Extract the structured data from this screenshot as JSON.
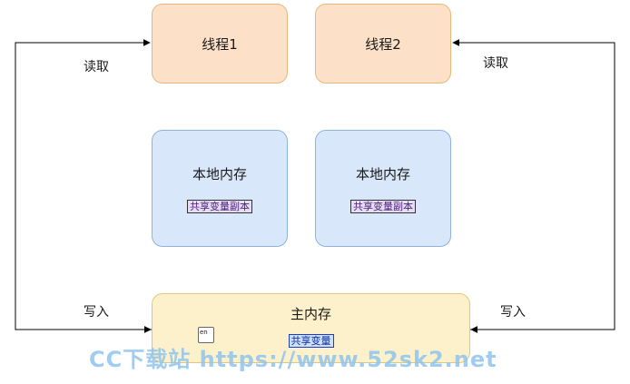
{
  "threads": [
    {
      "label": "线程1"
    },
    {
      "label": "线程2"
    }
  ],
  "local_memory": [
    {
      "label": "本地内存",
      "copy_tag": "共享变量副本"
    },
    {
      "label": "本地内存",
      "copy_tag": "共享变量副本"
    }
  ],
  "main_memory": {
    "label": "主内存",
    "shared_tag": "共享变量"
  },
  "edges": {
    "read_left": "读取",
    "read_right": "读取",
    "write_left": "写入",
    "write_right": "写入"
  },
  "watermark": "CC下载站 https://www.52sk2.net",
  "icon": {
    "name": "input-method-icon",
    "text": "en"
  },
  "colors": {
    "thread_fill": "#fce1c8",
    "local_fill": "#d9e7fa",
    "main_fill": "#fdf1cc"
  }
}
